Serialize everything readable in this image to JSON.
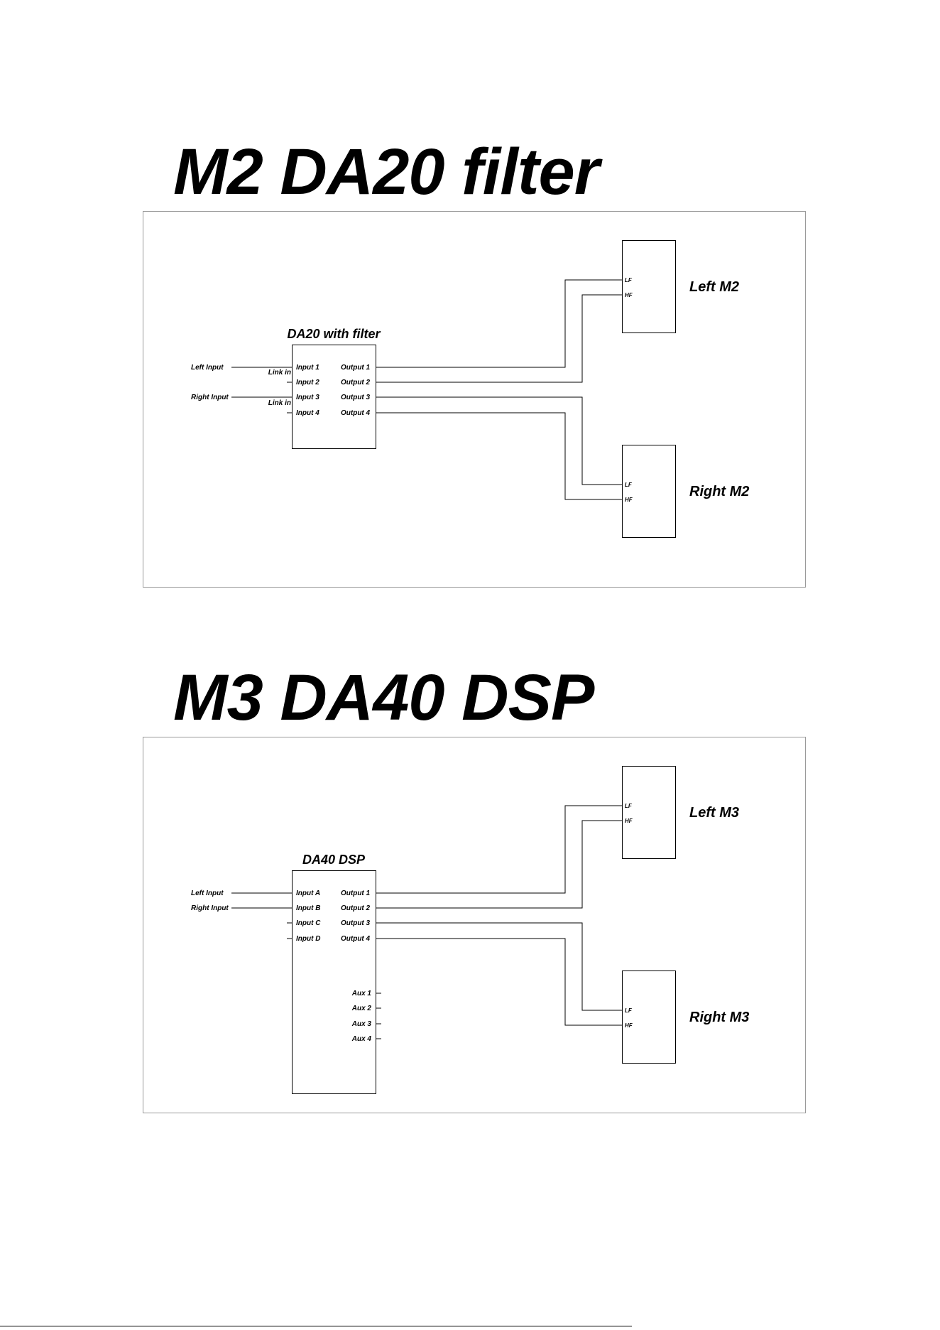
{
  "sections": [
    {
      "title": "M2 DA20 filter",
      "amp": {
        "title": "DA20 with filter",
        "inputs": [
          "Input 1",
          "Input 2",
          "Input 3",
          "Input 4"
        ],
        "outputs": [
          "Output 1",
          "Output 2",
          "Output 3",
          "Output 4"
        ],
        "aux": []
      },
      "sources": [
        {
          "label": "Left Input",
          "to_input": 0
        },
        {
          "label": "Right Input",
          "to_input": 2
        }
      ],
      "links": [
        {
          "label": "Link in",
          "to_input": 1
        },
        {
          "label": "Link in",
          "to_input": 3
        }
      ],
      "speakers": [
        {
          "label": "Left M2",
          "terminals": [
            "LF",
            "HF"
          ]
        },
        {
          "label": "Right M2",
          "terminals": [
            "LF",
            "HF"
          ]
        }
      ]
    },
    {
      "title": "M3 DA40 DSP",
      "amp": {
        "title": "DA40 DSP",
        "inputs": [
          "Input A",
          "Input B",
          "Input C",
          "Input D"
        ],
        "outputs": [
          "Output 1",
          "Output 2",
          "Output 3",
          "Output 4"
        ],
        "aux": [
          "Aux 1",
          "Aux 2",
          "Aux 3",
          "Aux 4"
        ]
      },
      "sources": [
        {
          "label": "Left Input",
          "to_input": 0
        },
        {
          "label": "Right Input",
          "to_input": 1
        }
      ],
      "links": [],
      "speakers": [
        {
          "label": "Left M3",
          "terminals": [
            "LF",
            "HF"
          ]
        },
        {
          "label": "Right M3",
          "terminals": [
            "LF",
            "HF"
          ]
        }
      ]
    }
  ]
}
